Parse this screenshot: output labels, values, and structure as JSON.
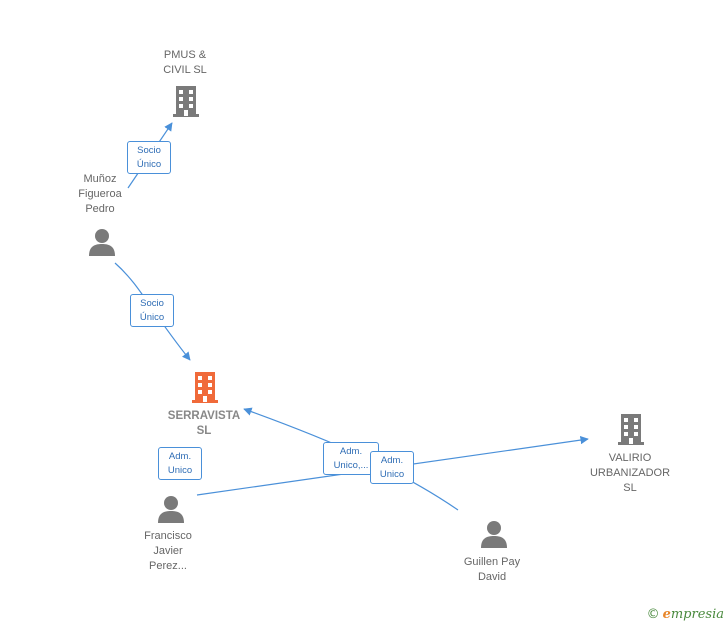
{
  "nodes": {
    "pmus": {
      "label": "PMUS &\nCIVIL  SL",
      "type": "company",
      "color": "#7a7a7a"
    },
    "munoz": {
      "label": "Muñoz\nFigueroa\nPedro",
      "type": "person",
      "color": "#7a7a7a"
    },
    "serravista": {
      "label": "SERRAVISTA\nSL",
      "type": "company",
      "color": "#f06a3a"
    },
    "valirio": {
      "label": "VALIRIO\nURBANIZADOR\nSL",
      "type": "company",
      "color": "#7a7a7a"
    },
    "francisco": {
      "label": "Francisco\nJavier\nPerez...",
      "type": "person",
      "color": "#7a7a7a"
    },
    "guillen": {
      "label": "Guillen Pay\nDavid",
      "type": "person",
      "color": "#7a7a7a"
    }
  },
  "edges": {
    "munoz_pmus": {
      "label": "Socio\nÚnico"
    },
    "munoz_serravista": {
      "label": "Socio\nÚnico"
    },
    "francisco_serravista": {
      "label": "Adm.\nUnico"
    },
    "guillen_serravista": {
      "label": "Adm.\nUnico,..."
    },
    "francisco_valirio": {
      "label": "Adm.\nUnico"
    }
  },
  "colors": {
    "edge": "#4a90d9",
    "badge_text": "#2f6db5"
  },
  "watermark": {
    "symbol": "©",
    "brand_initial": "e",
    "brand_rest": "mpresia"
  }
}
